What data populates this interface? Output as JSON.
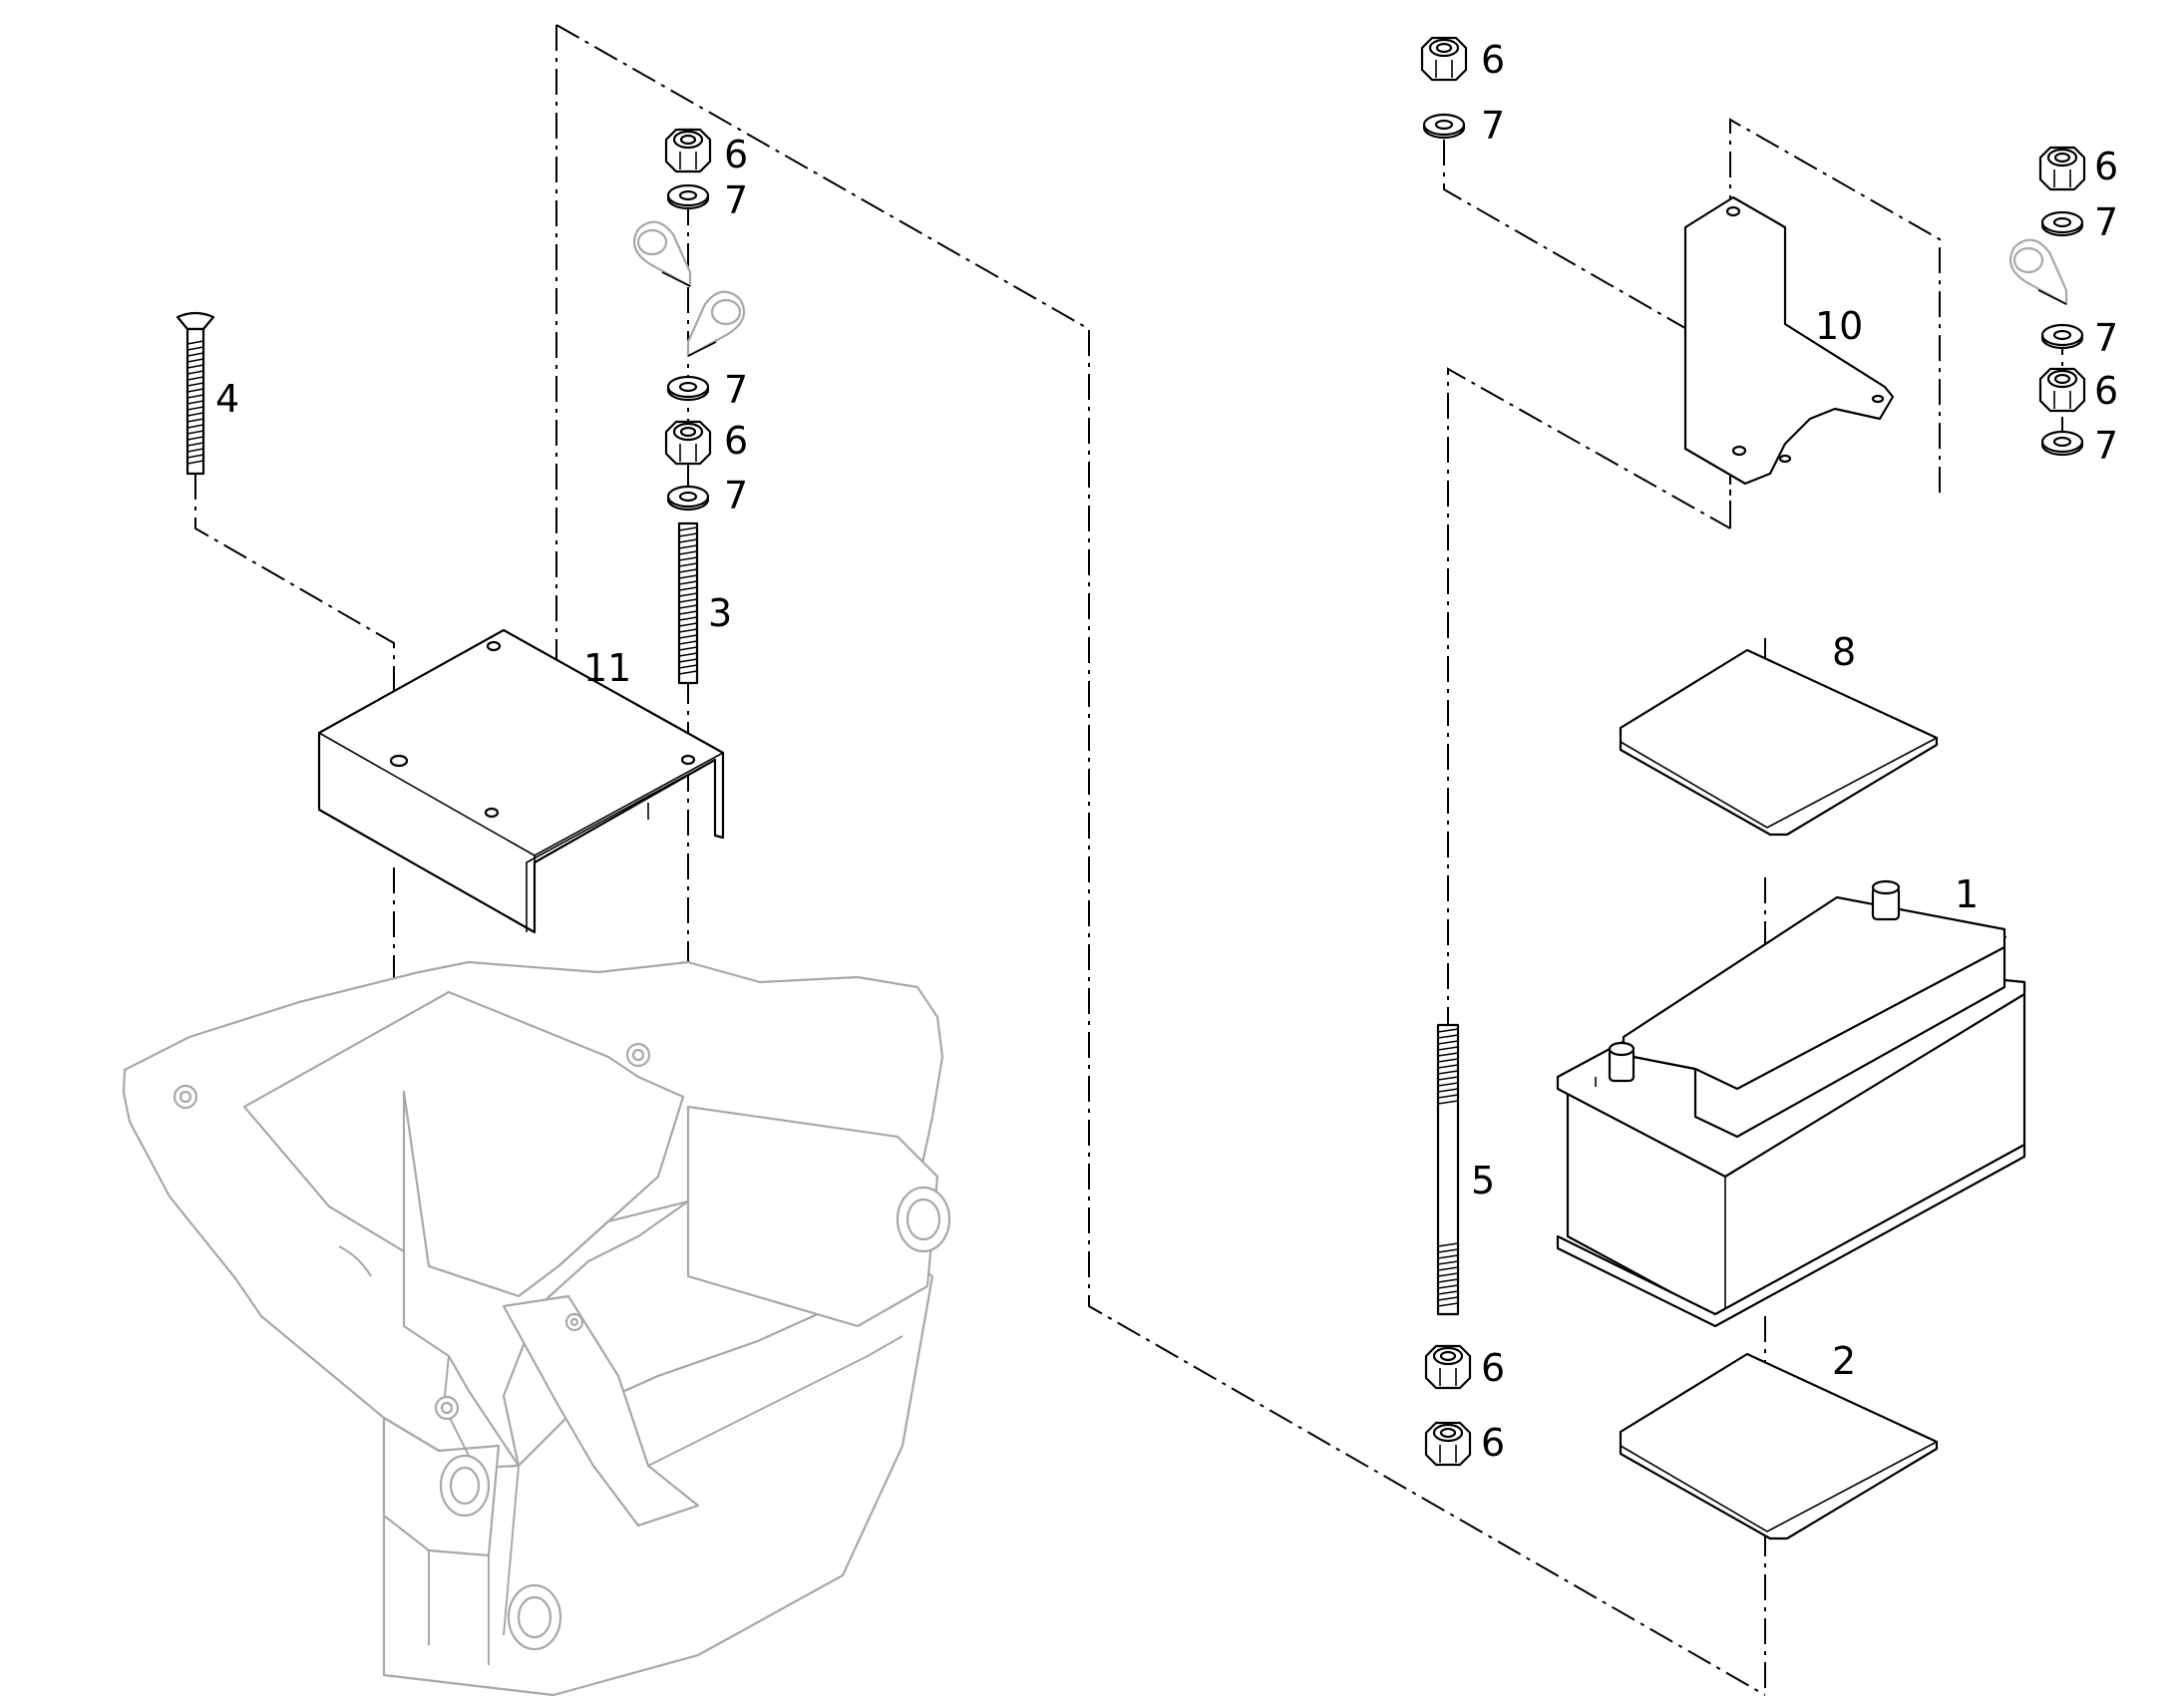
{
  "callouts": [
    {
      "id": "c-6-a",
      "text": "6"
    },
    {
      "id": "c-7-a",
      "text": "7"
    },
    {
      "id": "c-7-b",
      "text": "7"
    },
    {
      "id": "c-6-b",
      "text": "6"
    },
    {
      "id": "c-7-c",
      "text": "7"
    },
    {
      "id": "c-3",
      "text": "3"
    },
    {
      "id": "c-4",
      "text": "4"
    },
    {
      "id": "c-11",
      "text": "11"
    },
    {
      "id": "c-6-c",
      "text": "6"
    },
    {
      "id": "c-7-d",
      "text": "7"
    },
    {
      "id": "c-10",
      "text": "10"
    },
    {
      "id": "c-6-d",
      "text": "6"
    },
    {
      "id": "c-7-e",
      "text": "7"
    },
    {
      "id": "c-7-f",
      "text": "7"
    },
    {
      "id": "c-6-e",
      "text": "6"
    },
    {
      "id": "c-7-g",
      "text": "7"
    },
    {
      "id": "c-8",
      "text": "8"
    },
    {
      "id": "c-1",
      "text": "1"
    },
    {
      "id": "c-5",
      "text": "5"
    },
    {
      "id": "c-6-f",
      "text": "6"
    },
    {
      "id": "c-6-g",
      "text": "6"
    },
    {
      "id": "c-2",
      "text": "2"
    }
  ],
  "colors": {
    "outline": "#000000",
    "ghost_outline": "#a8a8a8",
    "background": "#ffffff"
  }
}
